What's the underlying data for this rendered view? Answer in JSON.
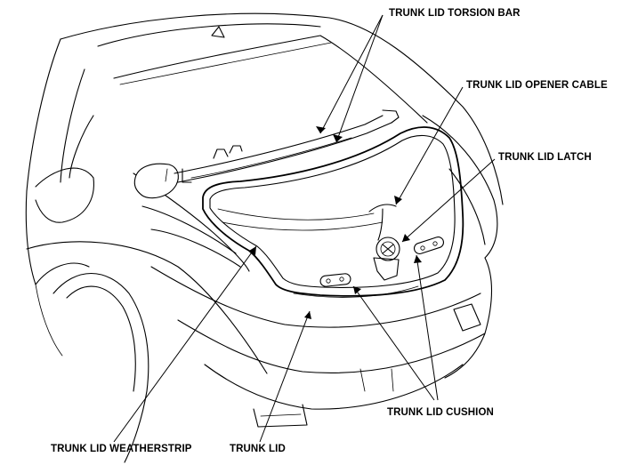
{
  "labels": {
    "torsion_bar": "TRUNK LID TORSION BAR",
    "opener_cable": "TRUNK LID OPENER CABLE",
    "latch": "TRUNK LID LATCH",
    "cushion": "TRUNK LID CUSHION",
    "weatherstrip": "TRUNK LID WEATHERSTRIP",
    "trunk_lid": "TRUNK LID"
  }
}
